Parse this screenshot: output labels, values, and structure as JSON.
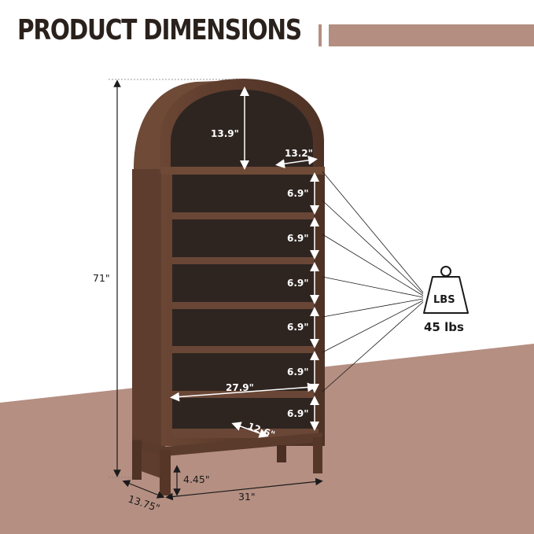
{
  "header": {
    "title": "PRODUCT DIMENSIONS"
  },
  "dimensions": {
    "height": "71\"",
    "arch_height": "13.9\"",
    "arch_depth": "13.2\"",
    "shelf_spacing": [
      "6.9\"",
      "6.9\"",
      "6.9\"",
      "6.9\"",
      "6.9\"",
      "6.9\""
    ],
    "shelf_width": "27.9\"",
    "shelf_depth": "12.6\"",
    "leg_height": "4.45\"",
    "width": "31\"",
    "depth": "13.75\""
  },
  "weight": {
    "unit_label": "LBS",
    "capacity": "45 lbs"
  },
  "colors": {
    "brand": "#b38e81",
    "wood": "#5a3a2c",
    "wood_dark": "#2e2521",
    "floor": "#b58f82"
  }
}
